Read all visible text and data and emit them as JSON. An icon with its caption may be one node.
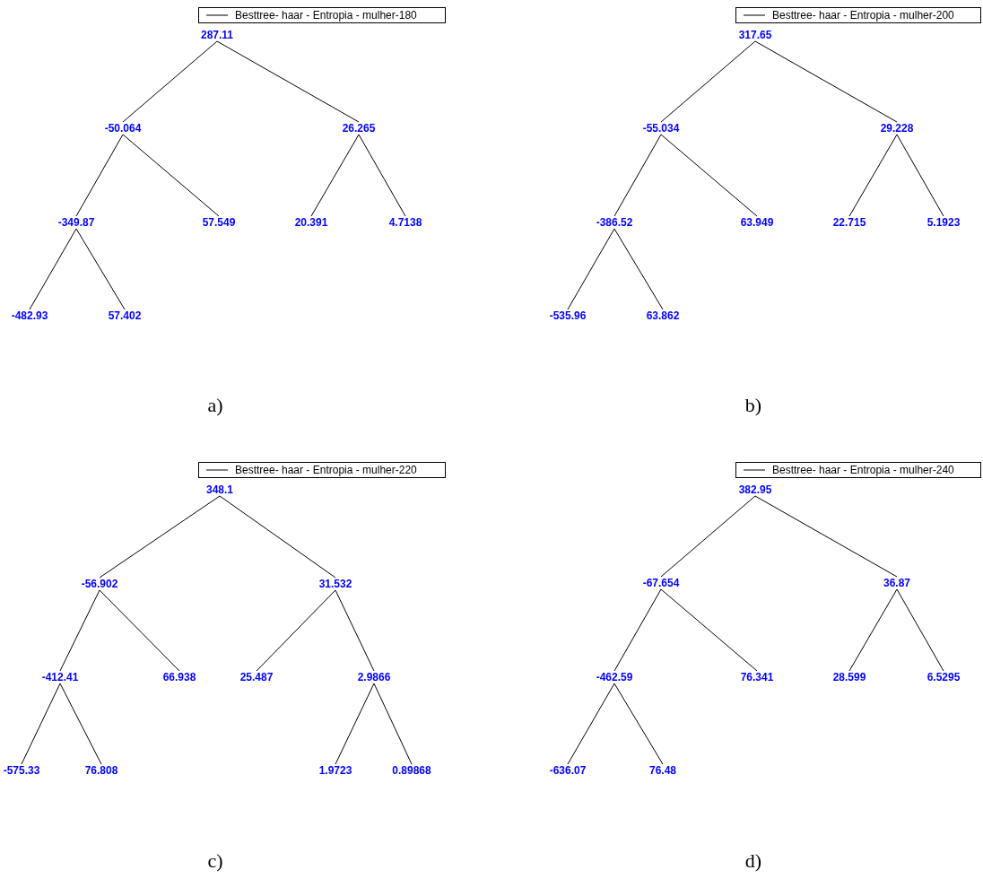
{
  "diagram": {
    "nodes": [
      {
        "text": [
          "287.11"
        ]
      },
      {
        "text": [
          "-50.064"
        ]
      },
      {
        "text": [
          "26.265"
        ]
      },
      {
        "text": [
          "-349.87"
        ]
      },
      {
        "text": [
          "57.549"
        ]
      },
      {
        "text": [
          "20.391"
        ]
      },
      {
        "text": [
          "4.7138"
        ]
      },
      {
        "text": [
          "-482.93"
        ]
      },
      {
        "text": [
          "57.402"
        ]
      },
      {
        "text": [
          "317.65"
        ]
      },
      {
        "text": [
          "-55.034"
        ]
      },
      {
        "text": [
          "29.228"
        ]
      },
      {
        "text": [
          "-386.52"
        ]
      },
      {
        "text": [
          "63.949"
        ]
      },
      {
        "text": [
          "22.715"
        ]
      },
      {
        "text": [
          "5.1923"
        ]
      },
      {
        "text": [
          "-535.96"
        ]
      },
      {
        "text": [
          "63.862"
        ]
      },
      {
        "text": [
          "348.1"
        ]
      },
      {
        "text": [
          "-56.902"
        ]
      },
      {
        "text": [
          "31.532"
        ]
      },
      {
        "text": [
          "-412.41"
        ]
      },
      {
        "text": [
          "66.938"
        ]
      },
      {
        "text": [
          "25.487"
        ]
      },
      {
        "text": [
          "2.9866"
        ]
      },
      {
        "text": [
          "-575.33"
        ]
      },
      {
        "text": [
          "76.808"
        ]
      },
      {
        "text": [
          "1.9723"
        ]
      },
      {
        "text": [
          "0.89868"
        ]
      },
      {
        "text": [
          "382.95"
        ]
      },
      {
        "text": [
          "-67.654"
        ]
      },
      {
        "text": [
          "36.87"
        ]
      },
      {
        "text": [
          "-462.59"
        ]
      },
      {
        "text": [
          "76.341"
        ]
      },
      {
        "text": [
          "28.599"
        ]
      },
      {
        "text": [
          "6.5295"
        ]
      },
      {
        "text": [
          "-636.07"
        ]
      },
      {
        "text": [
          "76.48"
        ]
      }
    ],
    "edges": [
      {
        "from": 0,
        "to": 1,
        "arrow": "none"
      },
      {
        "from": 0,
        "to": 2,
        "arrow": "none"
      },
      {
        "from": 1,
        "to": 3,
        "arrow": "none"
      },
      {
        "from": 1,
        "to": 4,
        "arrow": "none"
      },
      {
        "from": 2,
        "to": 5,
        "arrow": "none"
      },
      {
        "from": 2,
        "to": 6,
        "arrow": "none"
      },
      {
        "from": 3,
        "to": 7,
        "arrow": "none"
      },
      {
        "from": 3,
        "to": 8,
        "arrow": "none"
      },
      {
        "from": 9,
        "to": 10,
        "arrow": "none"
      },
      {
        "from": 9,
        "to": 11,
        "arrow": "none"
      },
      {
        "from": 10,
        "to": 12,
        "arrow": "none"
      },
      {
        "from": 10,
        "to": 13,
        "arrow": "none"
      },
      {
        "from": 11,
        "to": 14,
        "arrow": "none"
      },
      {
        "from": 11,
        "to": 15,
        "arrow": "none"
      },
      {
        "from": 12,
        "to": 16,
        "arrow": "none"
      },
      {
        "from": 12,
        "to": 17,
        "arrow": "none"
      },
      {
        "from": 18,
        "to": 19,
        "arrow": "none"
      },
      {
        "from": 18,
        "to": 20,
        "arrow": "none"
      },
      {
        "from": 19,
        "to": 21,
        "arrow": "none"
      },
      {
        "from": 19,
        "to": 22,
        "arrow": "none"
      },
      {
        "from": 20,
        "to": 23,
        "arrow": "none"
      },
      {
        "from": 20,
        "to": 24,
        "arrow": "none"
      },
      {
        "from": 21,
        "to": 25,
        "arrow": "none"
      },
      {
        "from": 21,
        "to": 26,
        "arrow": "none"
      },
      {
        "from": 24,
        "to": 27,
        "arrow": "none"
      },
      {
        "from": 24,
        "to": 28,
        "arrow": "none"
      },
      {
        "from": 29,
        "to": 30,
        "arrow": "none"
      },
      {
        "from": 29,
        "to": 31,
        "arrow": "none"
      },
      {
        "from": 30,
        "to": 32,
        "arrow": "none"
      },
      {
        "from": 30,
        "to": 33,
        "arrow": "none"
      },
      {
        "from": 31,
        "to": 34,
        "arrow": "none"
      },
      {
        "from": 31,
        "to": 35,
        "arrow": "none"
      },
      {
        "from": 32,
        "to": 36,
        "arrow": "none"
      },
      {
        "from": 32,
        "to": 37,
        "arrow": "none"
      }
    ],
    "labels": [
      "a)",
      "b)",
      "c)",
      "d)"
    ],
    "legend": [
      {
        "text": "Besttree- haar - Entropia - mulher-180"
      },
      {
        "text": "Besttree- haar - Entropia - mulher-200"
      },
      {
        "text": "Besttree- haar - Entropia - mulher-220"
      },
      {
        "text": "Besttree- haar - Entropia - mulher-240"
      }
    ]
  }
}
